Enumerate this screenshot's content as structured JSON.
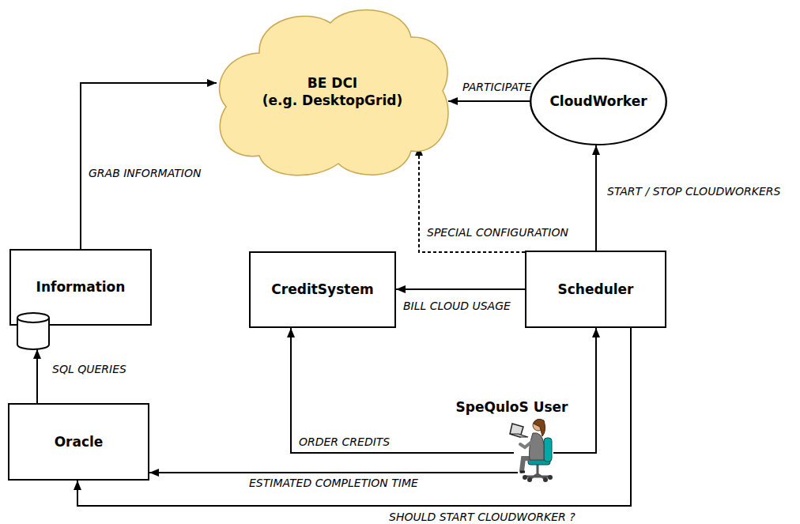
{
  "diagram": {
    "nodes": [
      {
        "text": [
          "BE DCI (e.g. DesktopGrid)"
        ]
      },
      {
        "text": [
          "CloudWorker"
        ]
      },
      {
        "text": [
          "Information"
        ]
      },
      {
        "text": [
          "CreditSystem"
        ]
      },
      {
        "text": [
          "Scheduler"
        ]
      },
      {
        "text": [
          "Oracle"
        ]
      },
      {
        "text": [
          "SpeQuloS User"
        ]
      }
    ],
    "edges": [
      {
        "from": 2,
        "to": 0,
        "label": "GRAB INFORMATION",
        "arrow": "to"
      },
      {
        "from": 1,
        "to": 0,
        "label": "PARTICIPATE",
        "arrow": "to"
      },
      {
        "from": 4,
        "to": 0,
        "label": "SPECIAL CONFIGURATION",
        "arrow": "to"
      },
      {
        "from": 4,
        "to": 1,
        "label": "START / STOP CLOUDWORKERS",
        "arrow": "to"
      },
      {
        "from": 4,
        "to": 3,
        "label": "BILL CLOUD USAGE",
        "arrow": "to"
      },
      {
        "from": 5,
        "to": 2,
        "label": "SQL QUERIES",
        "arrow": "to"
      },
      {
        "from": 6,
        "to": 3,
        "label": "ORDER CREDITS",
        "arrow": "to"
      },
      {
        "from": 6,
        "to": 4,
        "arrow": "to"
      },
      {
        "from": 6,
        "to": 5,
        "label": "ESTIMATED COMPLETION TIME",
        "arrow": "to"
      },
      {
        "from": 4,
        "to": 5,
        "label": "SHOULD START CLOUDWORKER ?",
        "arrow": "to"
      }
    ]
  }
}
